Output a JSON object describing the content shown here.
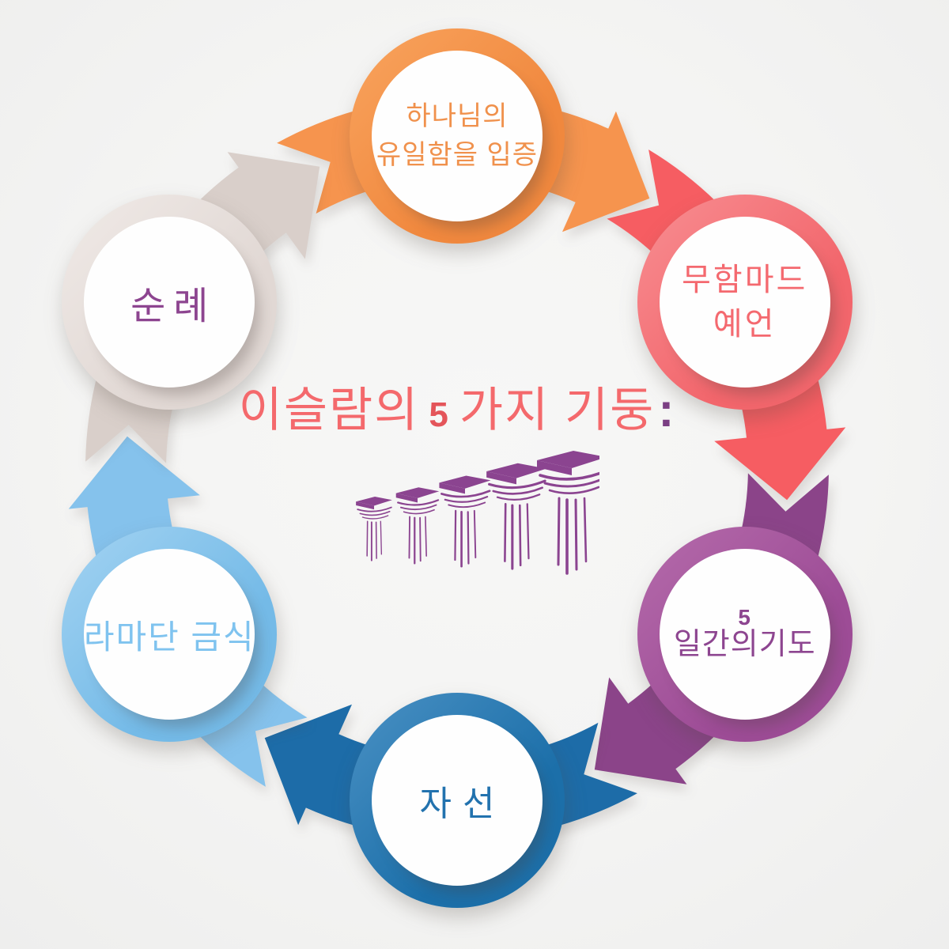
{
  "background": "#f4f4f3",
  "title": {
    "prefix": "이슬람의",
    "number": "5",
    "suffix": "가지 기둥",
    "colon": ":",
    "text_color": "#f4696c",
    "number_color": "#e4555a",
    "colon_color": "#7b3f83"
  },
  "pillars_icon": {
    "count": 5,
    "color": "#8b4490"
  },
  "nodes": [
    {
      "id": "oneness-of-god",
      "label_lines": [
        "하나님의",
        "유일함을 입증"
      ],
      "angle": -90,
      "ring_color": "#f0883e",
      "ring_light": "#f9a45e",
      "arrow_color": "#f6944e",
      "text_color": "#f0914c",
      "first_line_small": false
    },
    {
      "id": "muhammad-prophecy",
      "label_lines": [
        "무함마드",
        "예언"
      ],
      "angle": -30,
      "ring_color": "#f2666c",
      "ring_light": "#f88e92",
      "arrow_color": "#f65d62",
      "text_color": "#f4696f",
      "first_line_small": false
    },
    {
      "id": "five-daily-prayers",
      "label_lines": [
        "5",
        "일간의기도"
      ],
      "angle": 30,
      "ring_color": "#9d4c96",
      "ring_light": "#b56bab",
      "arrow_color": "#8b4489",
      "text_color": "#8d4590",
      "first_line_small": true
    },
    {
      "id": "charity",
      "label_lines": [
        "자선"
      ],
      "angle": 90,
      "ring_color": "#1c6fa9",
      "ring_light": "#4a91c4",
      "arrow_color": "#1d6ca8",
      "text_color": "#2272ae",
      "first_line_small": false
    },
    {
      "id": "ramadan-fasting",
      "label_lines": [
        "라마단 금식"
      ],
      "angle": 150,
      "ring_color": "#74bae7",
      "ring_light": "#a3d3f2",
      "arrow_color": "#85c2ec",
      "text_color": "#7fc3ef",
      "first_line_small": false
    },
    {
      "id": "pilgrimage",
      "label_lines": [
        "순례"
      ],
      "angle": 210,
      "ring_color": "#e1d8d4",
      "ring_light": "#f0eae7",
      "arrow_color": "#d9cfca",
      "text_color": "#8d4590",
      "first_line_small": false
    }
  ]
}
